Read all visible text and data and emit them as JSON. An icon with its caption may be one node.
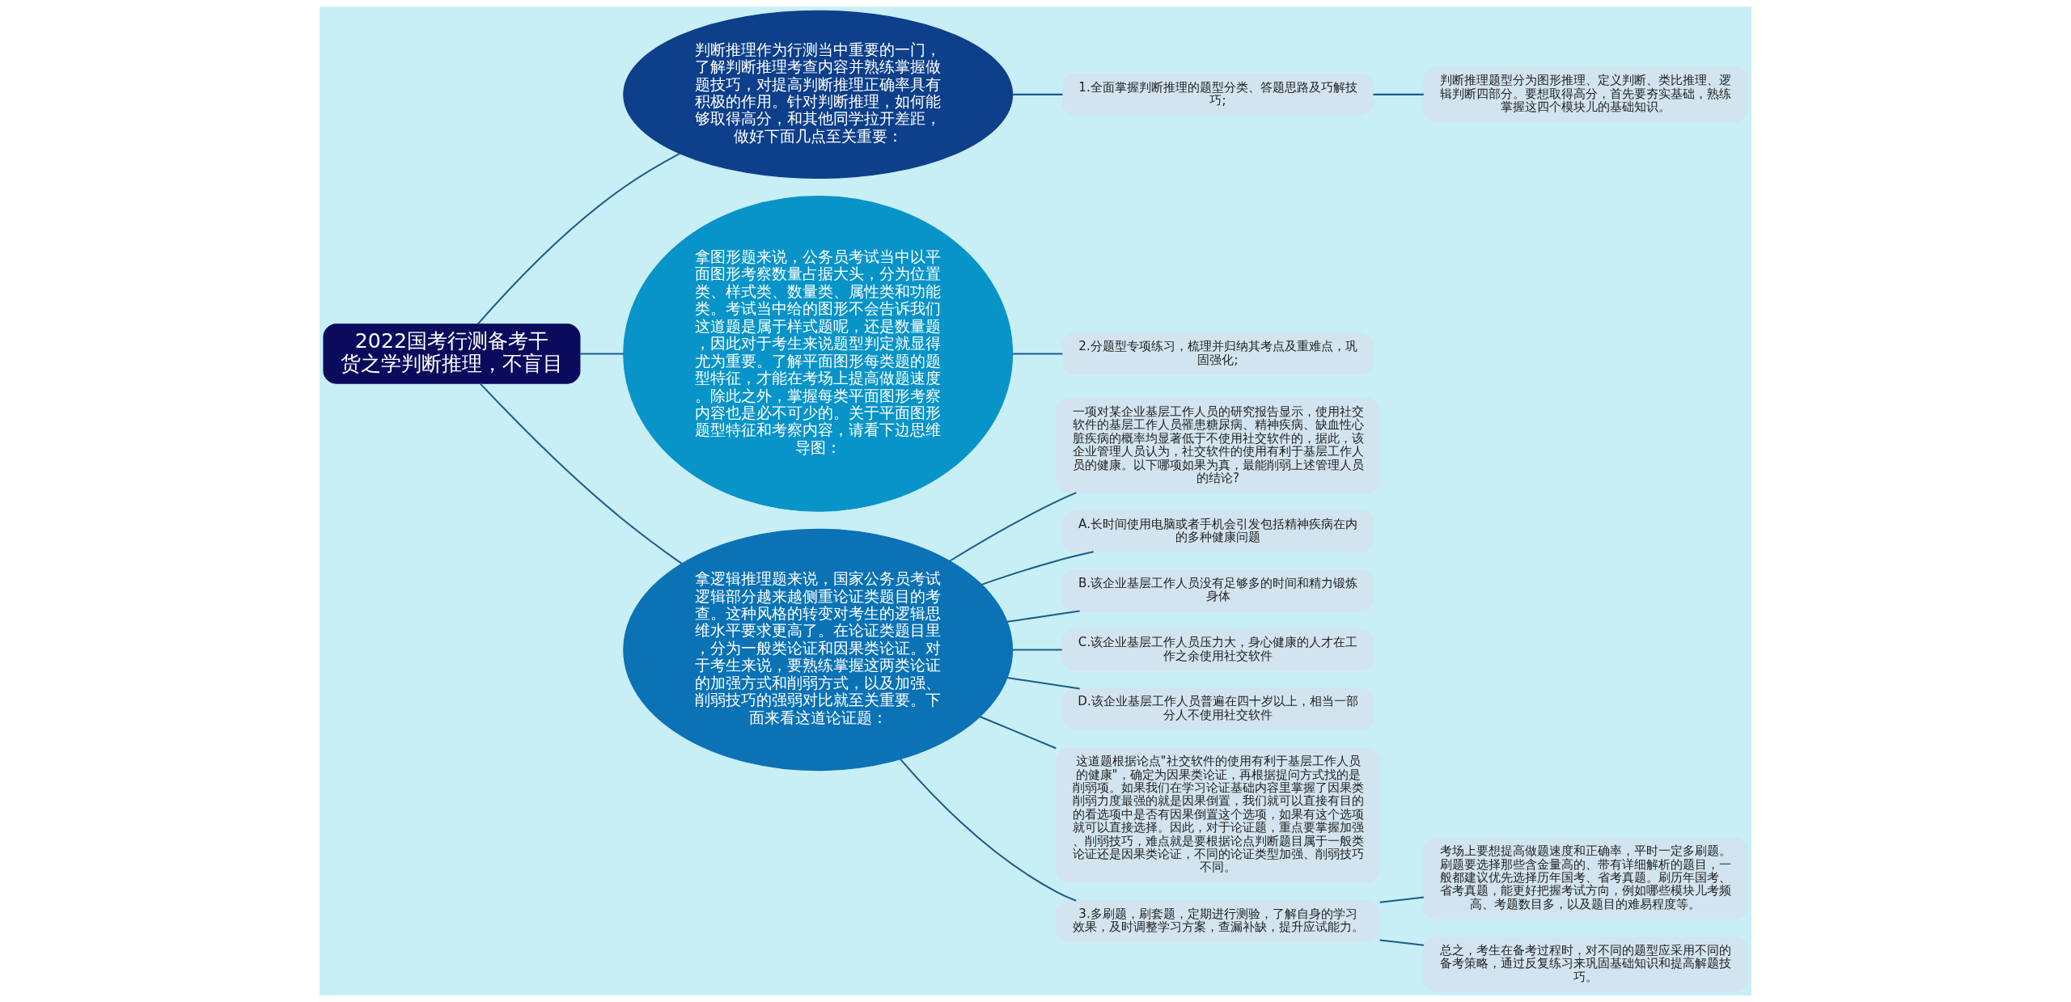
{
  "diagram": {
    "nodes": [
      {
        "text": [
          "2022国考行测备考干货之学判断推理，不盲目"
        ]
      },
      {
        "text": [
          "判断推理作为行测当中重要的一门，了解判断推理考查内容并熟练掌握做题技巧，对提高判断推理正确率具有积极的作用。针对判断推理，如何能够取得高分，和其他同学拉开差距，做好下面几点至关重要："
        ]
      },
      {
        "text": [
          "1.全面掌握判断推理的题型分类、答题思路及巧解技巧;"
        ]
      },
      {
        "text": [
          "判断推理题型分为图形推理、定义判断、类比推理、逻辑判断四部分。要想取得高分，首先要夯实基础，熟练掌握这四个模块儿的基础知识。"
        ]
      },
      {
        "text": [
          "拿图形题来说，公务员考试当中以平面图形考察数量占据大头，分为位置类、样式类、数量类、属性类和功能类。考试当中给的图形不会告诉我们这道题是属于样式题呢，还是数量题，因此对于考生来说题型判定就显得尤为重要。了解平面图形每类题的题型特征，才能在考场上提高做题速度。除此之外，掌握每类平面图形考察内容也是必不可少的。关于平面图形题型特征和考察内容，请看下边思维导图："
        ]
      },
      {
        "text": [
          "2.分题型专项练习，梳理并归纳其考点及重难点，巩固强化;"
        ]
      },
      {
        "text": [
          "拿逻辑推理题来说，国家公务员考试逻辑部分越来越侧重论证类题目的考查。这种风格的转变对考生的逻辑思维水平要求更高了。在论证类题目里，分为一般类论证和因果类论证。对于考生来说，要熟练掌握这两类论证的加强方式和削弱方式，以及加强、削弱技巧的强弱对比就至关重要。下面来看这道论证题："
        ]
      },
      {
        "text": [
          "一项对某企业基层工作人员的研究报告显示，使用社交软件的基层工作人员罹患糖尿病、精神疾病、缺血性心脏疾病的概率均显著低于不使用社交软件的，据此，该企业管理人员认为，社交软件的使用有利于基层工作人员的健康。以下哪项如果为真，最能削弱上述管理人员的结论?"
        ]
      },
      {
        "text": [
          "A.长时间使用电脑或者手机会引发包括精神疾病在内的多种健康问题"
        ]
      },
      {
        "text": [
          "B.该企业基层工作人员没有足够多的时间和精力锻炼身体"
        ]
      },
      {
        "text": [
          "C.该企业基层工作人员压力大，身心健康的人才在工作之余使用社交软件"
        ]
      },
      {
        "text": [
          "D.该企业基层工作人员普遍在四十岁以上，相当一部分人不使用社交软件"
        ]
      },
      {
        "text": [
          "这道题根据论点\"社交软件的使用有利于基层工作人员的健康\"，确定为因果类论证，再根据提问方式找的是削弱项。如果我们在学习论证基础内容里掌握了因果类削弱力度最强的就是因果倒置，我们就可以直接有目的的看选项中是否有因果倒置这个选项，如果有这个选项就可以直接选择。因此，对于论证题，重点要掌握加强、削弱技巧，难点就是要根据论点判断题目属于一般类论证还是因果类论证，不同的论证类型加强、削弱技巧不同。"
        ]
      },
      {
        "text": [
          "3.多刷题，刷套题，定期进行测验，了解自身的学习效果，及时调整学习方案，查漏补缺，提升应试能力。"
        ]
      },
      {
        "text": [
          "考场上要想提高做题速度和正确率，平时一定多刷题。刷题要选择那些含金量高的、带有详细解析的题目，一般都建议优先选择历年国考、省考真题。刷历年国考、省考真题，能更好把握考试方向，例如哪些模块儿考频高、考题数目多，以及题目的难易程度等。"
        ]
      },
      {
        "text": [
          "总之，考生在备考过程时，对不同的题型应采用不同的备考策略，通过反复练习来巩固基础知识和提高解题技巧。"
        ]
      }
    ],
    "edges": [
      {
        "from": 0,
        "to": 1,
        "arrow": "none"
      },
      {
        "from": 1,
        "to": 2,
        "arrow": "none"
      },
      {
        "from": 2,
        "to": 3,
        "arrow": "none"
      },
      {
        "from": 0,
        "to": 4,
        "arrow": "none"
      },
      {
        "from": 4,
        "to": 5,
        "arrow": "none"
      },
      {
        "from": 0,
        "to": 6,
        "arrow": "none"
      },
      {
        "from": 6,
        "to": 7,
        "arrow": "none"
      },
      {
        "from": 6,
        "to": 8,
        "arrow": "none"
      },
      {
        "from": 6,
        "to": 9,
        "arrow": "none"
      },
      {
        "from": 6,
        "to": 10,
        "arrow": "none"
      },
      {
        "from": 6,
        "to": 11,
        "arrow": "none"
      },
      {
        "from": 6,
        "to": 12,
        "arrow": "none"
      },
      {
        "from": 6,
        "to": 13,
        "arrow": "none"
      },
      {
        "from": 13,
        "to": 14,
        "arrow": "none"
      },
      {
        "from": 13,
        "to": 15,
        "arrow": "none"
      }
    ]
  }
}
